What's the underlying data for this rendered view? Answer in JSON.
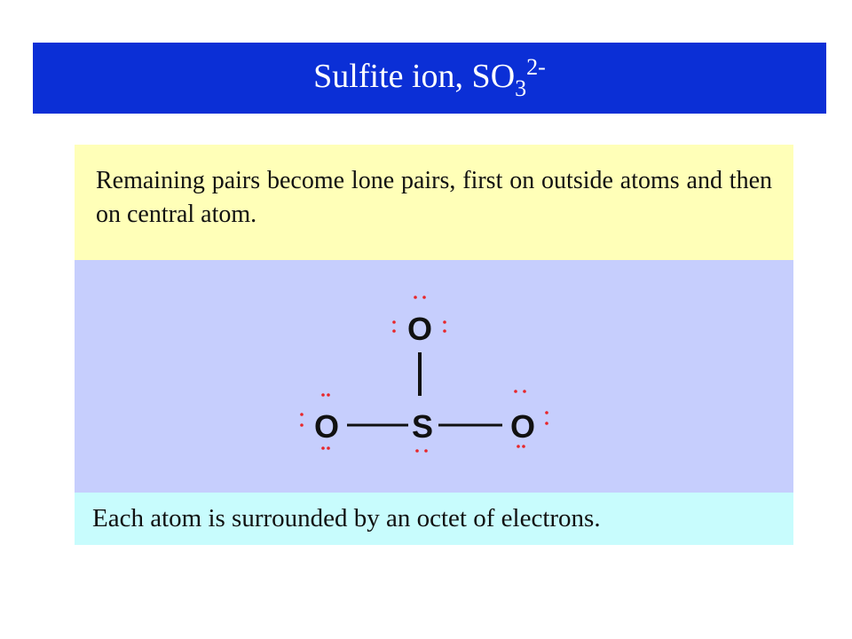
{
  "slide": {
    "title_main": "Sulfite ion, SO",
    "title_subscript": "3",
    "title_superscript": "2-",
    "explanation": "Remaining pairs become lone pairs, first on outside atoms and then on central atom.",
    "conclusion": "Each atom is surrounded by an octet of electrons."
  },
  "structure": {
    "atoms": {
      "central": "S",
      "top": "O",
      "left": "O",
      "right": "O"
    },
    "bonds": [
      {
        "from": "S",
        "to": "O (top)",
        "order": 1
      },
      {
        "from": "S",
        "to": "O (left)",
        "order": 1
      },
      {
        "from": "S",
        "to": "O (right)",
        "order": 1
      }
    ],
    "lone_pairs": {
      "S": 1,
      "O (top)": 3,
      "O (left)": 3,
      "O (right)": 3
    },
    "colors": {
      "atom_text": "#111111",
      "bond": "#111111",
      "lone_pair": "#e8262a"
    }
  },
  "colors": {
    "title_bar": "#0b2fd6",
    "title_text": "#ffffff",
    "explanation_box": "#ffffb8",
    "diagram_box": "#c6cefd",
    "conclusion_box": "#c8fcfd"
  }
}
